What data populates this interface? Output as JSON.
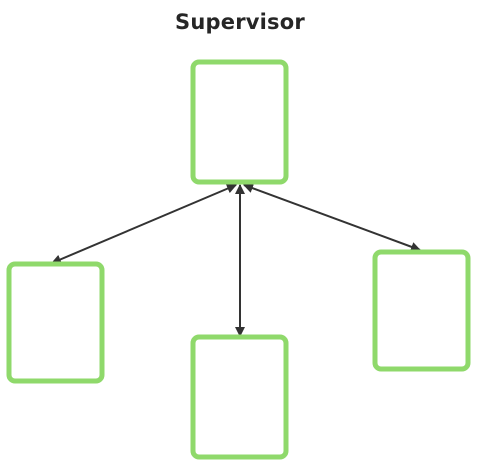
{
  "diagram": {
    "title": "Supervisor",
    "colors": {
      "node_stroke": "#8fd96b",
      "node_fill": "#ffffff",
      "edge": "#333333",
      "title": "#262626"
    },
    "nodes": [
      {
        "id": "supervisor",
        "label": ""
      },
      {
        "id": "worker-left",
        "label": ""
      },
      {
        "id": "worker-center",
        "label": ""
      },
      {
        "id": "worker-right",
        "label": ""
      }
    ],
    "edges": [
      {
        "from": "supervisor",
        "to": "worker-left",
        "direction": "both"
      },
      {
        "from": "supervisor",
        "to": "worker-center",
        "direction": "both"
      },
      {
        "from": "supervisor",
        "to": "worker-right",
        "direction": "both"
      }
    ]
  }
}
